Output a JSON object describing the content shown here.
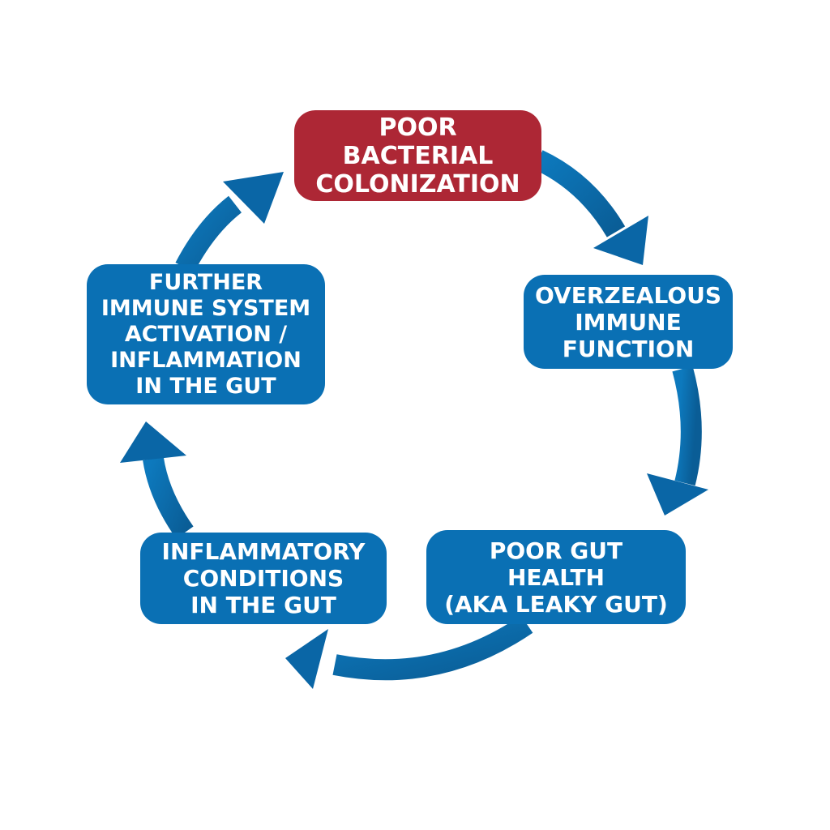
{
  "diagram": {
    "colors": {
      "arrow": "#0b6fb0",
      "arrow_dark": "#0a5d96",
      "node_default": "#0a70b4",
      "node_highlight": "#ad2735",
      "text": "#ffffff",
      "background": "#ffffff"
    },
    "nodes": [
      {
        "id": "poor-bacterial",
        "lines": [
          "POOR",
          "BACTERIAL",
          "COLONIZATION"
        ],
        "highlight": true
      },
      {
        "id": "overzealous",
        "lines": [
          "OVERZEALOUS",
          "IMMUNE",
          "FUNCTION"
        ],
        "highlight": false
      },
      {
        "id": "poor-gut",
        "lines": [
          "POOR GUT",
          "HEALTH",
          "(AKA LEAKY GUT)"
        ],
        "highlight": false
      },
      {
        "id": "inflammatory",
        "lines": [
          "INFLAMMATORY",
          "CONDITIONS",
          "IN THE GUT"
        ],
        "highlight": false
      },
      {
        "id": "further",
        "lines": [
          "FURTHER",
          "IMMUNE SYSTEM",
          "ACTIVATION /",
          "INFLAMMATION",
          "IN THE GUT"
        ],
        "highlight": false
      }
    ],
    "flow": [
      "poor-bacterial",
      "overzealous",
      "poor-gut",
      "inflammatory",
      "further",
      "poor-bacterial"
    ]
  }
}
